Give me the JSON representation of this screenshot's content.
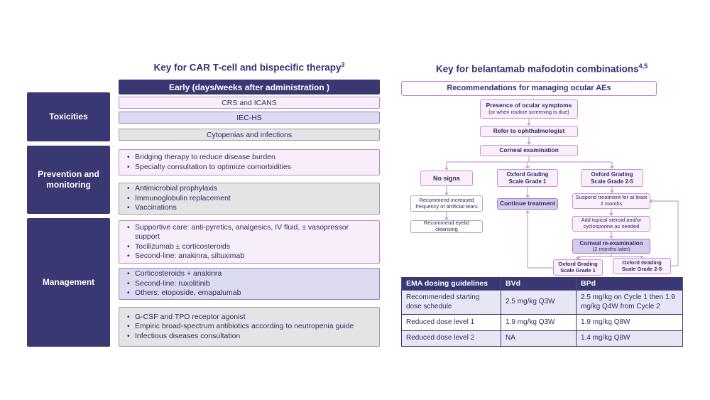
{
  "left": {
    "title": "Key for CAR T-cell and bispecific therapy",
    "title_sup": "3",
    "header": "Early (days/weeks after administration )",
    "rows": [
      "Toxicities",
      "Prevention and monitoring",
      "Management"
    ],
    "toxicities": [
      "CRS and ICANS",
      "IEC-HS",
      "Cytopenias and infections"
    ],
    "prevention": [
      [
        "Bridging therapy to reduce disease burden",
        "Specialty consultation to optimize comorbidities"
      ],
      [
        "Antimicrobial prophylaxis",
        "Immunoglobulin replacement",
        "Vaccinations"
      ]
    ],
    "management": [
      [
        "Supportive care: anti-pyretics, analgesics, IV fluid, ± vasopressor support",
        "Tocilizumab ± corticosteroids",
        "Second-line: anakinra, siltuximab"
      ],
      [
        "Corticosteroids + anakinra",
        "Second-line: ruxolitinib",
        "Others: etoposide, emapalumab"
      ],
      [
        "G-CSF and TPO receptor agonist",
        "Empiric broad-spectrum antibiotics according to neutropenia guide",
        "Infectious diseases consultation"
      ]
    ]
  },
  "right": {
    "title": "Key for belantamab mafodotin combinations",
    "title_sup": "4,5",
    "flow": {
      "header": "Recommendations for managing ocular AEs",
      "presence_title": "Presence of ocular symptoms",
      "presence_sub": "(or when routine screening is due)",
      "refer": "Refer to ophthalmologist",
      "corneal_exam": "Corneal examination",
      "no_signs": "No signs",
      "grade1": "Oxford Grading Scale Grade 1",
      "grade2_5": "Oxford Grading Scale Grade 2-5",
      "tears": "Recommend increased frequency of artificial tears",
      "continue": "Continue treatment",
      "suspend": "Suspend treatment for at least 2 months",
      "eyelid": "Recommend eyelid cleansing",
      "steroid": "Add topical steroid and/or cyclosporine as needed",
      "reexam_title": "Corneal re-examination",
      "reexam_sub": "(2 months later)",
      "bottom_grade1": "Oxford Grading Scale Grade 1",
      "bottom_grade2_5": "Oxford Grading Scale Grade 2-5"
    },
    "table": {
      "headers": [
        "EMA dosing guidelines",
        "BVd",
        "BPd"
      ],
      "rows": [
        [
          "Recommended starting dose schedule",
          "2.5 mg/kg Q3W",
          "2.5 mg/kg on Cycle 1 then 1.9 mg/kg Q4W from Cycle 2"
        ],
        [
          "Reduced dose level 1",
          "1.9 mg/kg Q3W",
          "1.9 mg/kg Q8W"
        ],
        [
          "Reduced dose level 2",
          "NA",
          "1.4 mg/kg Q8W"
        ]
      ]
    }
  },
  "colors": {
    "navy": "#3a3873",
    "text_navy": "#2e2c63",
    "pink_bg": "#f8eef9",
    "pink_border": "#b78bc7",
    "periwinkle_bg": "#dbdaee",
    "periwinkle_border": "#8d8cc2",
    "gray_bg": "#e4e4e6",
    "gray_border": "#9d9da4",
    "flow_dark_bg": "#d7c9ec",
    "flow_dark_border": "#9a7cc4",
    "connector": "#c79fd6",
    "table_alt_row": "#e8e6f4"
  }
}
